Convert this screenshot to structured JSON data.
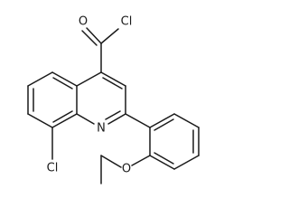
{
  "molecule": {
    "atoms": {
      "o_carbonyl": "O",
      "cl_acyl": "Cl",
      "n_ring": "N",
      "cl_aryl": "Cl",
      "o_ether": "O"
    }
  }
}
